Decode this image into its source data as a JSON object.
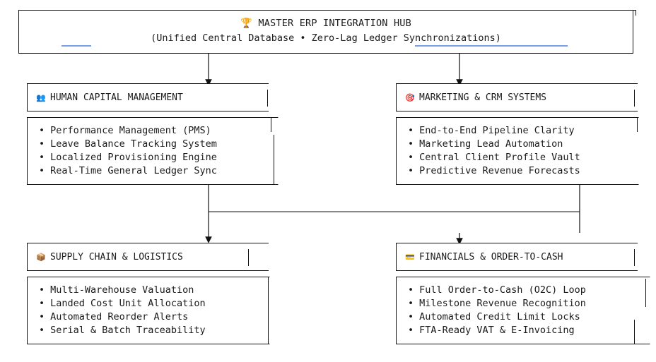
{
  "hub": {
    "icon": "trophy-icon",
    "title": "MASTER ERP INTEGRATION HUB",
    "subtitle": "(Unified Central Database • Zero-Lag Ledger Synchronizations)",
    "accent_color": "#7a9ee8"
  },
  "modules": [
    {
      "id": "hcm",
      "icon": "people-icon",
      "icon_glyph": "👥",
      "title": "HUMAN CAPITAL MANAGEMENT",
      "items": [
        "Performance Management (PMS)",
        "Leave Balance Tracking System",
        "Localized Provisioning Engine",
        "Real-Time General Ledger Sync"
      ]
    },
    {
      "id": "crm",
      "icon": "target-icon",
      "icon_glyph": "🎯",
      "title": "MARKETING & CRM SYSTEMS",
      "items": [
        "End-to-End Pipeline Clarity",
        "Marketing Lead Automation",
        "Central Client Profile Vault",
        "Predictive Revenue Forecasts"
      ]
    },
    {
      "id": "scm",
      "icon": "package-icon",
      "icon_glyph": "📦",
      "title": "SUPPLY CHAIN & LOGISTICS",
      "items": [
        "Multi-Warehouse Valuation",
        "Landed Cost Unit Allocation",
        "Automated Reorder Alerts",
        "Serial & Batch Traceability"
      ]
    },
    {
      "id": "fin",
      "icon": "credit-card-icon",
      "icon_glyph": "💳",
      "title": "FINANCIALS & ORDER-TO-CASH",
      "items": [
        "Full Order-to-Cash (O2C) Loop",
        "Milestone Revenue Recognition",
        "Automated Credit Limit Locks",
        "FTA-Ready VAT & E-Invoicing"
      ]
    }
  ]
}
